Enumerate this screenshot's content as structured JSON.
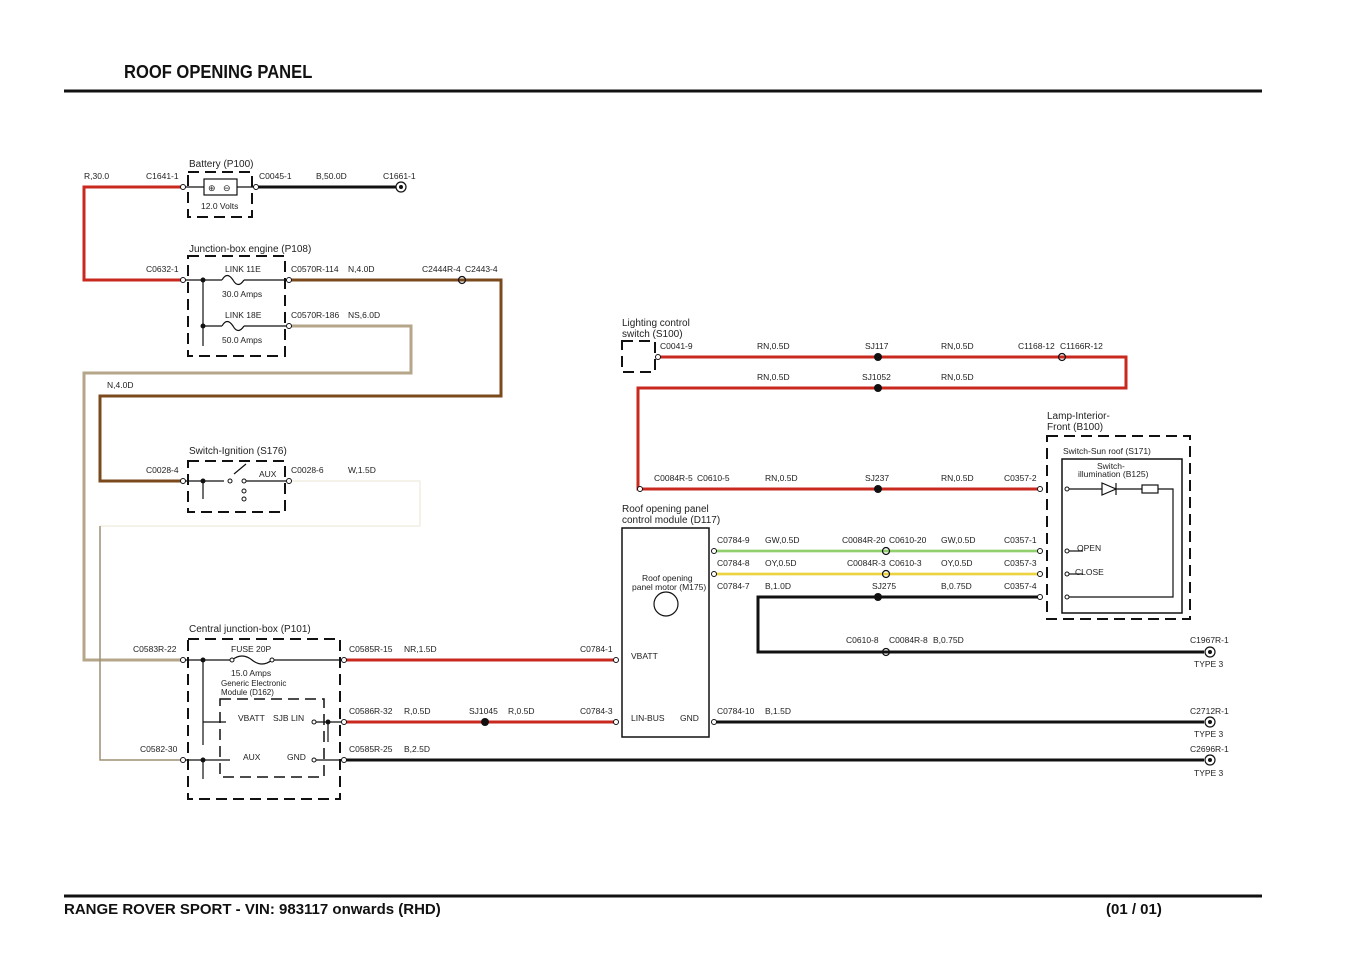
{
  "header": {
    "title": "ROOF OPENING PANEL"
  },
  "footer": {
    "vehicle": "RANGE ROVER SPORT - VIN: 983117 onwards  (RHD)",
    "page": "(01 / 01)"
  },
  "colors": {
    "red": "#c8281e",
    "brown": "#7b4a1c",
    "tan": "#b5a589",
    "green": "#6dbf3c",
    "yellow": "#e6c400",
    "black": "#111111"
  },
  "components": {
    "battery": {
      "name": "Battery (P100)",
      "voltage": "12.0 Volts"
    },
    "jbox_engine": {
      "name": "Junction-box engine (P108)",
      "link1": "LINK 11E",
      "link1_amps": "30.0 Amps",
      "link2": "LINK 18E",
      "link2_amps": "50.0 Amps"
    },
    "ignition": {
      "name": "Switch-Ignition (S176)",
      "aux": "AUX"
    },
    "cjb": {
      "name": "Central junction-box (P101)",
      "fuse": "FUSE 20P",
      "fuse_amps": "15.0 Amps",
      "gem": "Generic Electronic Module (D162)",
      "vbatt": "VBATT",
      "sjb_lin": "SJB LIN",
      "aux": "AUX",
      "gnd": "GND"
    },
    "lighting": {
      "name1": "Lighting control",
      "name2": "switch (S100)"
    },
    "module": {
      "name1": "Roof opening panel",
      "name2": "control module (D117)",
      "motor1": "Roof opening",
      "motor2": "panel motor (M175)",
      "vbatt": "VBATT",
      "lin_bus": "LIN-BUS",
      "gnd": "GND"
    },
    "lamp": {
      "name1": "Lamp-Interior-",
      "name2": "Front (B100)",
      "switch": "Switch-Sun roof (S171)",
      "illum1": "Switch-",
      "illum2": "illumination (B125)",
      "open": "OPEN",
      "close": "CLOSE"
    }
  },
  "wires": {
    "w1": "R,30.0",
    "w2": "B,50.0D",
    "w3": "N,4.0D",
    "w4": "NS,6.0D",
    "w5": "N,4.0D",
    "w6": "W,1.5D",
    "w7": "NR,1.5D",
    "w8": "R,0.5D",
    "w9": "R,0.5D",
    "w10": "B,2.5D",
    "w11": "B,1.5D",
    "w12": "RN,0.5D",
    "w13": "RN,0.5D",
    "w14": "RN,0.5D",
    "w15": "RN,0.5D",
    "w16": "RN,0.5D",
    "w17": "RN,0.5D",
    "w18": "GW,0.5D",
    "w19": "GW,0.5D",
    "w20": "OY,0.5D",
    "w21": "OY,0.5D",
    "w22": "B,1.0D",
    "w23": "B,0.75D",
    "w24": "B,0.75D"
  },
  "connectors": {
    "c1641": "C1641-1",
    "c0045": "C0045-1",
    "c1661": "C1661-1",
    "c0632": "C0632-1",
    "c0570_114": "C0570R-114",
    "c2444": "C2444R-4",
    "c2443": "C2443-4",
    "c0570_186": "C0570R-186",
    "c0028_4": "C0028-4",
    "c0028_6": "C0028-6",
    "c0583": "C0583R-22",
    "c0585_15": "C0585R-15",
    "c0784_1": "C0784-1",
    "c0586": "C0586R-32",
    "c0784_3": "C0784-3",
    "c0582": "C0582-30",
    "c0585_25": "C0585R-25",
    "c0784_10": "C0784-10",
    "c0041": "C0041-9",
    "c1168": "C1168-12",
    "c1166": "C1166R-12",
    "c0084_5": "C0084R-5",
    "c0610_5": "C0610-5",
    "c0357_2": "C0357-2",
    "c0784_9": "C0784-9",
    "c0084_20": "C0084R-20",
    "c0610_20": "C0610-20",
    "c0357_1": "C0357-1",
    "c0784_8": "C0784-8",
    "c0084_3": "C0084R-3",
    "c0610_3": "C0610-3",
    "c0357_3": "C0357-3",
    "c0784_7": "C0784-7",
    "c0357_4": "C0357-4",
    "c0610_8": "C0610-8",
    "c0084_8": "C0084R-8",
    "c1967": "C1967R-1",
    "c2712": "C2712R-1",
    "c2696": "C2696R-1",
    "type3": "TYPE 3"
  },
  "splices": {
    "sj117": "SJ117",
    "sj1052": "SJ1052",
    "sj237": "SJ237",
    "sj275": "SJ275",
    "sj1045": "SJ1045"
  }
}
